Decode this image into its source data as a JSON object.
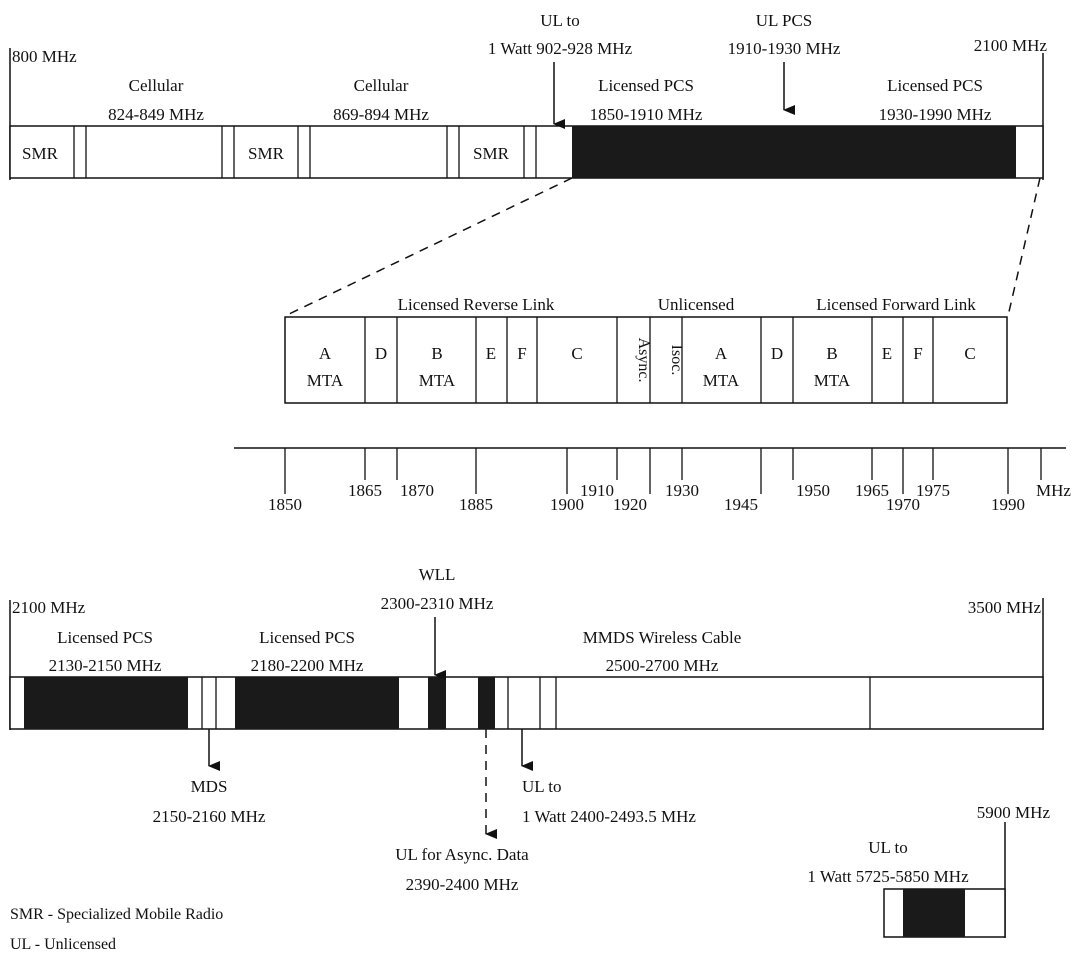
{
  "colors": {
    "ink": "#111111",
    "fill": "#1a1a1a",
    "paper": "#ffffff"
  },
  "band1": {
    "start": "800 MHz",
    "end": "2100 MHz",
    "cellular1": {
      "name": "Cellular",
      "range": "824-849 MHz"
    },
    "cellular2": {
      "name": "Cellular",
      "range": "869-894 MHz"
    },
    "smr": "SMR",
    "ul_900": {
      "line1": "UL to",
      "line2": "1 Watt 902-928 MHz"
    },
    "ul_pcs": {
      "line1": "UL PCS",
      "line2": "1910-1930 MHz"
    },
    "pcs_low": {
      "name": "Licensed PCS",
      "range": "1850-1910 MHz"
    },
    "pcs_high": {
      "name": "Licensed PCS",
      "range": "1930-1990 MHz"
    }
  },
  "pcs_detail": {
    "reverse": "Licensed Reverse Link",
    "unlicensed": "Unlicensed",
    "forward": "Licensed Forward Link",
    "blocks": {
      "a1": "A",
      "mta1": "MTA",
      "d1": "D",
      "b1": "B",
      "mta2": "MTA",
      "e1": "E",
      "f1": "F",
      "c1": "C",
      "async": "Async.",
      "isoc": "Isoc.",
      "a2": "A",
      "mta3": "MTA",
      "d2": "D",
      "b2": "B",
      "mta4": "MTA",
      "e2": "E",
      "f2": "F",
      "c2": "C"
    },
    "ticks": [
      "1850",
      "1865",
      "1870",
      "1885",
      "1900",
      "1910",
      "1920",
      "1930",
      "1945",
      "1950",
      "1965",
      "1970",
      "1975",
      "1990"
    ],
    "unit": "MHz"
  },
  "band2": {
    "start": "2100 MHz",
    "end": "3500 MHz",
    "pcs1": {
      "name": "Licensed PCS",
      "range": "2130-2150 MHz"
    },
    "pcs2": {
      "name": "Licensed PCS",
      "range": "2180-2200 MHz"
    },
    "wll": {
      "name": "WLL",
      "range": "2300-2310 MHz"
    },
    "mmds": {
      "name": "MMDS Wireless Cable",
      "range": "2500-2700 MHz"
    },
    "mds": {
      "name": "MDS",
      "range": "2150-2160 MHz"
    },
    "ul_async": {
      "name": "UL for Async. Data",
      "range": "2390-2400 MHz"
    },
    "ul_2400": {
      "line1": "UL to",
      "line2": "1 Watt 2400-2493.5 MHz"
    }
  },
  "band3": {
    "end": "5900 MHz",
    "ul": {
      "line1": "UL to",
      "line2": "1 Watt 5725-5850 MHz"
    }
  },
  "legend": {
    "smr": "SMR - Specialized Mobile Radio",
    "ul": "UL - Unlicensed"
  }
}
